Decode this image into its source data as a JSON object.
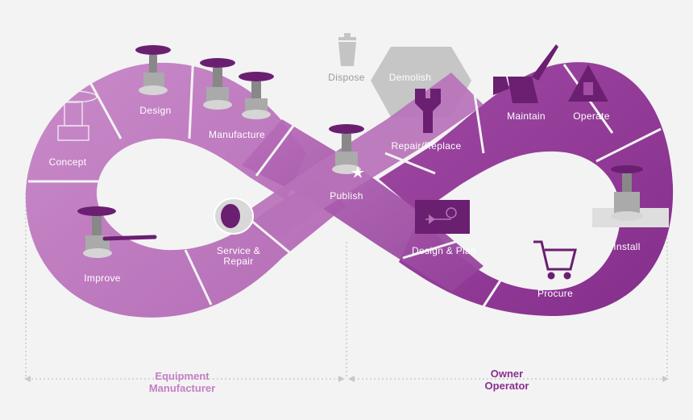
{
  "stages": {
    "concept": "Concept",
    "design": "Design",
    "manufacture": "Manufacture",
    "publish": "Publish",
    "demolish": "Demolish",
    "dispose": "Dispose",
    "repair_replace": "Repair/Replace",
    "maintain": "Maintain",
    "operate": "Operate",
    "install": "Install",
    "procure": "Procure",
    "design_plan": "Design & Plan",
    "service_repair_line1": "Service &",
    "service_repair_line2": "Repair",
    "improve": "Improve"
  },
  "groups": {
    "left_line1": "Equipment",
    "left_line2": "Manufacturer",
    "right_line1": "Owner",
    "right_line2": "Operator"
  },
  "colors": {
    "background": "#f3f3f3",
    "left_loop": "#c47fc4",
    "left_loop_dark": "#b56db7",
    "right_loop": "#8f3a95",
    "right_loop_mid": "#a24ea5",
    "hexagon": "#c8c8c8",
    "icon_dark": "#6b1f71",
    "group_left": "#c47fc4",
    "group_right": "#8a2f90"
  }
}
